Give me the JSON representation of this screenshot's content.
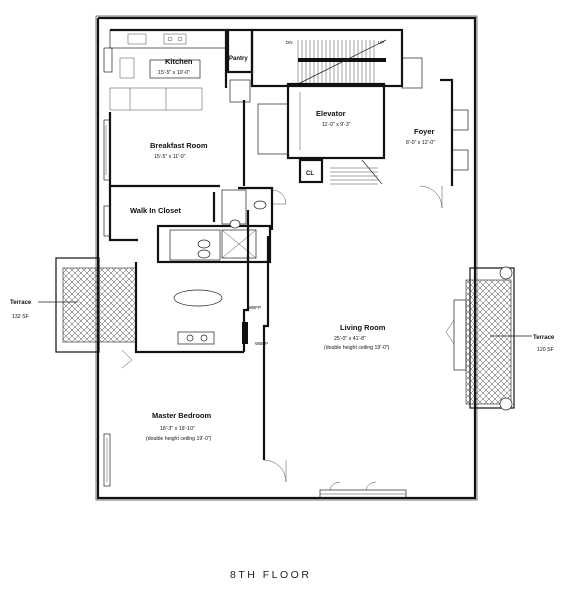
{
  "floor_label": "8TH FLOOR",
  "rooms": {
    "kitchen": {
      "name": "Kitchen",
      "dims": "15'-5\" x 10'-0\""
    },
    "pantry": {
      "name": "Pantry"
    },
    "breakfast": {
      "name": "Breakfast Room",
      "dims": "15'-5\" x 11'-0\""
    },
    "elevator": {
      "name": "Elevator",
      "dims": "11'-0\" x 9'-3\""
    },
    "foyer": {
      "name": "Foyer",
      "dims": "8'-0\" x 12'-0\""
    },
    "closet": {
      "name": "CL"
    },
    "walkin": {
      "name": "Walk In Closet"
    },
    "living": {
      "name": "Living Room",
      "dims": "25'-0\" x 41'-8\"",
      "note": "(double height ceiling 19'-0\")"
    },
    "master": {
      "name": "Master Bedroom",
      "dims": "18'-3\" x 19'-10\"",
      "note": "(double height ceiling 19'-0\")"
    },
    "wbfp1": {
      "name": "WBFP"
    },
    "wbfp2": {
      "name": "WBFP"
    }
  },
  "terraces": {
    "left": {
      "name": "Terrace",
      "area": "132 SF"
    },
    "right": {
      "name": "Terrace",
      "area": "120 SF"
    }
  },
  "stair_marks": {
    "dn": "DN",
    "up": "UP"
  }
}
